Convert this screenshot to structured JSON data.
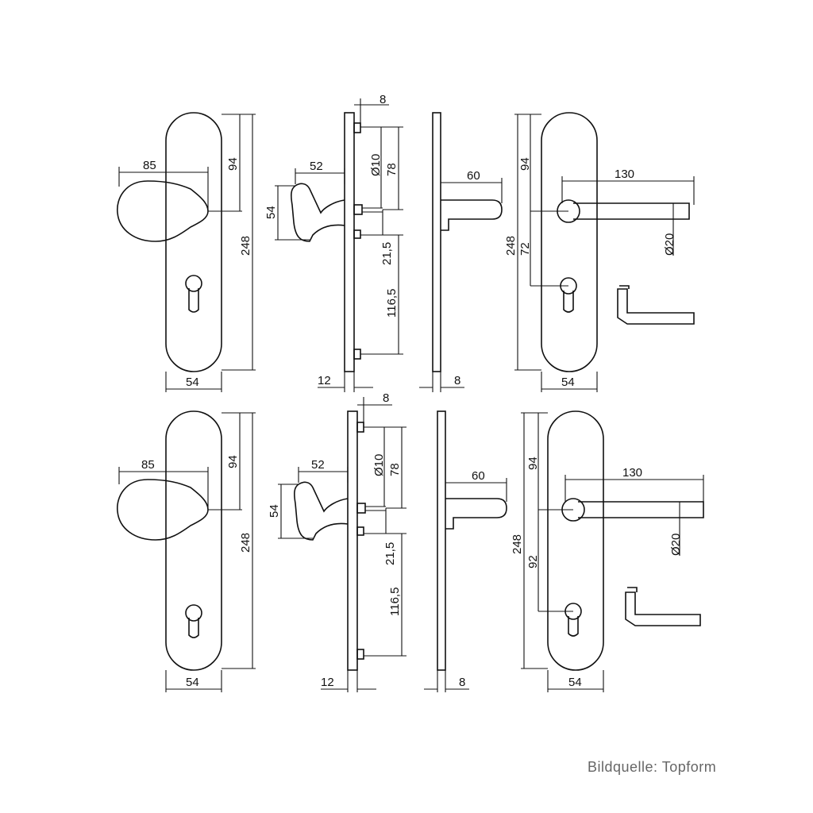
{
  "credit": "Bildquelle: Topform",
  "row1": {
    "knob_front": {
      "width": "85",
      "to_center": "94",
      "height": "248",
      "plate_width": "54"
    },
    "knob_side": {
      "projection": "52",
      "diameter": "54",
      "plate_thickness": "12"
    },
    "spindle": {
      "offset": "8",
      "pin_dia": "Ø10",
      "dist_top": "78",
      "dist_mid": "21,5",
      "dist_bottom": "116,5"
    },
    "lever_side": {
      "projection": "60",
      "plate_thickness": "8"
    },
    "lever_front": {
      "to_center": "94",
      "length": "130",
      "height": "248",
      "spacing": "72",
      "grip_dia": "Ø20",
      "plate_width": "54"
    }
  },
  "row2": {
    "knob_front": {
      "width": "85",
      "to_center": "94",
      "height": "248",
      "plate_width": "54"
    },
    "knob_side": {
      "projection": "52",
      "diameter": "54",
      "plate_thickness": "12"
    },
    "spindle": {
      "offset": "8",
      "pin_dia": "Ø10",
      "dist_top": "78",
      "dist_mid": "21,5",
      "dist_bottom": "116,5"
    },
    "lever_side": {
      "projection": "60",
      "plate_thickness": "8"
    },
    "lever_front": {
      "to_center": "94",
      "length": "130",
      "height": "248",
      "spacing": "92",
      "grip_dia": "Ø20",
      "plate_width": "54"
    }
  }
}
